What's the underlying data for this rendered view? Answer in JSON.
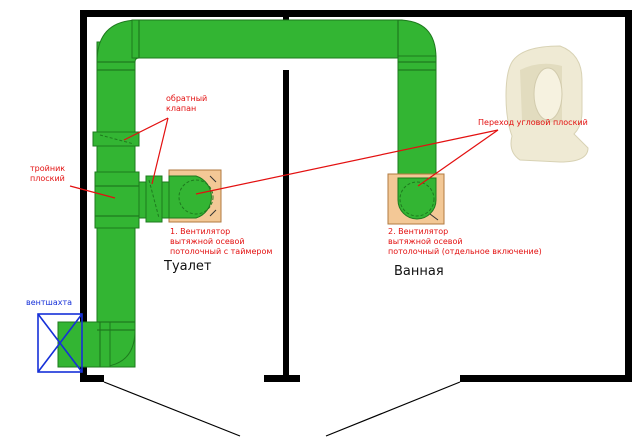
{
  "labels": {
    "check_valve": "обратный\nклапан",
    "tee": "тройник\nплоский",
    "angle_adapter": "Переход угловой плоский",
    "fan1": "1. Вентилятор\nвытяжной осевой\nпотолочный с таймером",
    "fan2": "2. Вентилятор\nвытяжной осевой\nпотолочный (отдельное включение)",
    "toilet": "Туалет",
    "bathroom": "Ванная",
    "vent_shaft": "вентшахта"
  },
  "colors": {
    "duct": "#33b533",
    "duct_edge": "#1e7a1e",
    "annotation": "#e31010",
    "shaft": "#1630d8",
    "wall": "#000000",
    "fan_box": "#f3c896"
  }
}
